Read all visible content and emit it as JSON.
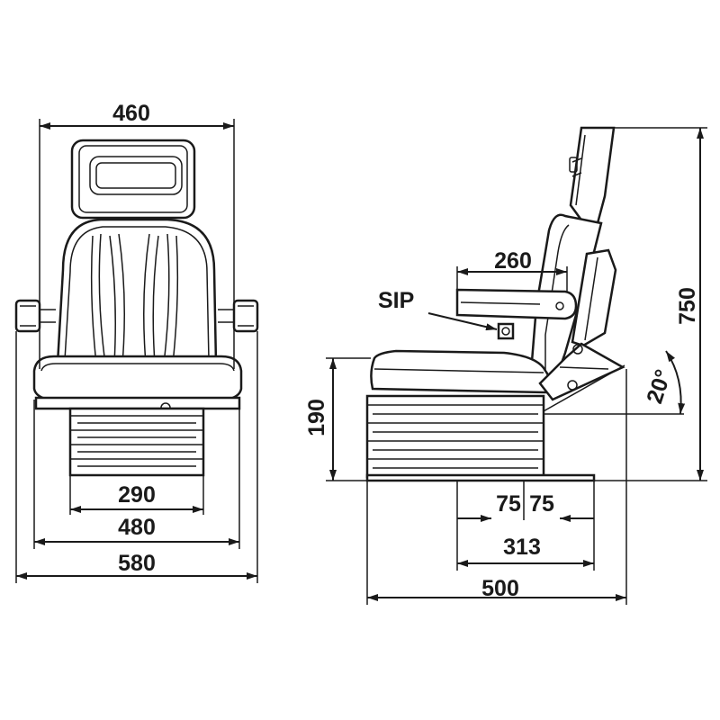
{
  "dimensions": {
    "front_width_top": "460",
    "front_base_inner": "290",
    "front_seat_width": "480",
    "front_overall_width": "580",
    "side_armrest_length": "260",
    "side_sip_label": "SIP",
    "side_overall_height": "750",
    "side_base_height": "190",
    "side_tilt_angle": "20°",
    "side_offset_left": "75",
    "side_offset_right": "75",
    "side_base_depth": "313",
    "side_overall_depth": "500"
  }
}
